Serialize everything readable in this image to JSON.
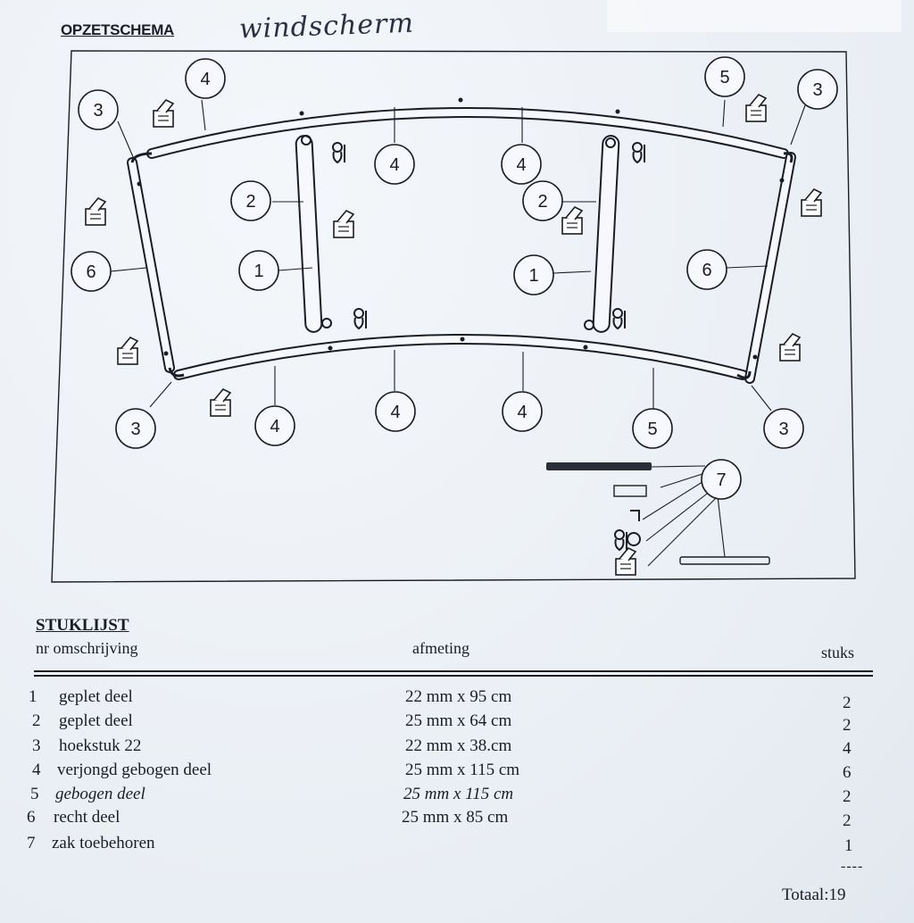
{
  "header": {
    "title": "OPZETSCHEMA",
    "handwritten_note": "windscherm"
  },
  "diagram": {
    "callouts": {
      "part1": "1",
      "part2": "2",
      "part3": "3",
      "part4": "4",
      "part5": "5",
      "part6": "6",
      "part7": "7"
    }
  },
  "parts_list": {
    "title": "STUKLIJST",
    "headers": {
      "nr_desc": "nr omschrijving",
      "size": "afmeting",
      "qty": "stuks"
    },
    "rows": [
      {
        "nr": "1",
        "desc": "geplet deel",
        "size": "22 mm x  95 cm",
        "qty": "2"
      },
      {
        "nr": "2",
        "desc": "geplet deel",
        "size": "25 mm x  64 cm",
        "qty": "2"
      },
      {
        "nr": "3",
        "desc": "hoekstuk 22",
        "size": "22 mm x  38.cm",
        "qty": "4"
      },
      {
        "nr": "4",
        "desc": "verjongd gebogen deel",
        "size": "25 mm x 115 cm",
        "qty": "6"
      },
      {
        "nr": "5",
        "desc": "gebogen deel",
        "size": "25 mm x 115 cm",
        "qty": "2"
      },
      {
        "nr": "6",
        "desc": "recht deel",
        "size": "25 mm x  85 cm",
        "qty": "2"
      },
      {
        "nr": "7",
        "desc": "zak toebehoren",
        "size": "",
        "qty": "1"
      }
    ],
    "separator": "----",
    "total": "Totaal:19"
  }
}
